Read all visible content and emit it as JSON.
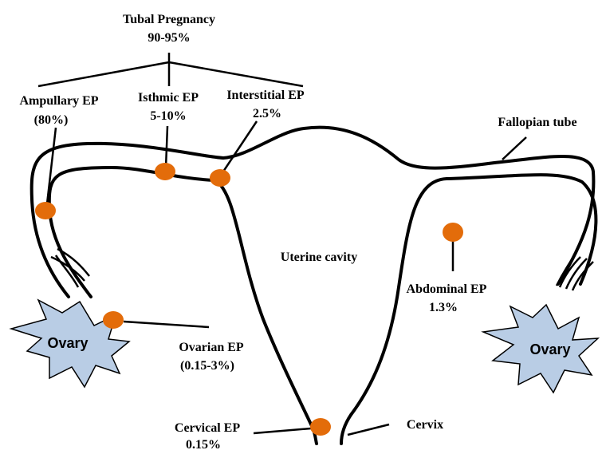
{
  "labels": {
    "tubal_title": "Tubal Pregnancy",
    "tubal_pct": "90-95%",
    "ampullary_title": "Ampullary EP",
    "ampullary_pct": "(80%)",
    "isthmic_title": "Isthmic EP",
    "isthmic_pct": "5-10%",
    "interstitial_title": "Interstitial EP",
    "interstitial_pct": "2.5%",
    "fallopian": "Fallopian tube",
    "uterine_cavity": "Uterine cavity",
    "abdominal_title": "Abdominal EP",
    "abdominal_pct": "1.3%",
    "ovarian_title": "Ovarian EP",
    "ovarian_pct": "(0.15-3%)",
    "cervical_title": "Cervical EP",
    "cervical_pct": "0.15%",
    "cervix": "Cervix",
    "ovary_left": "Ovary",
    "ovary_right": "Ovary"
  },
  "colors": {
    "dot": "#E36C0A",
    "ovary_fill": "#B9CDE5",
    "outline": "#000000"
  }
}
